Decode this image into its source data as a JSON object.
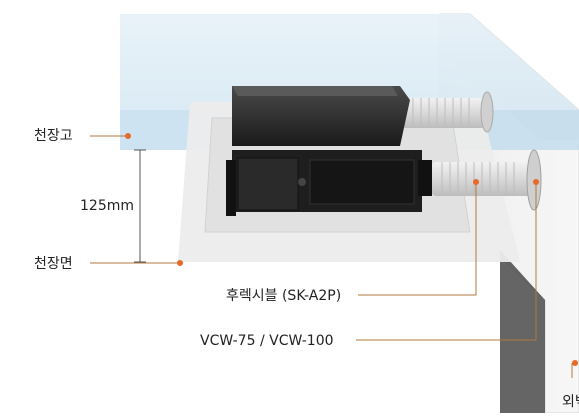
{
  "labels": {
    "ceiling_height": "천장고",
    "dimension": "125mm",
    "ceiling_surface": "천장면",
    "product": "후렉시블 (SK-A2P)",
    "duct": "VCW-75 / VCW-100",
    "outer_wall": "외벽"
  },
  "colors": {
    "accent": "#e8692a",
    "ceiling_band": "#bcd9ec",
    "leader_line": "#b07a3c"
  }
}
